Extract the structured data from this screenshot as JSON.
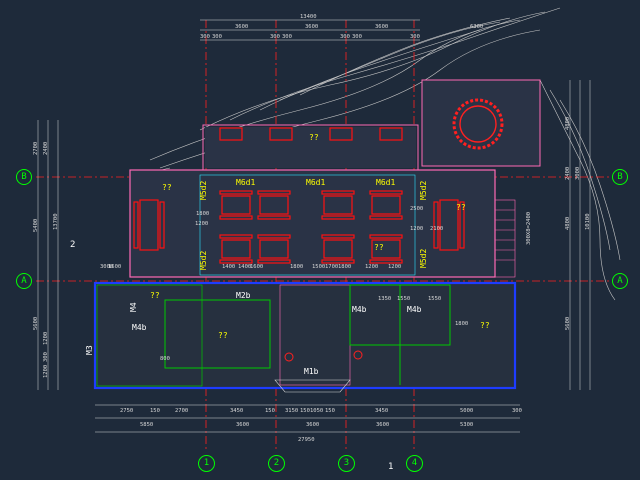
{
  "axes": {
    "columns": [
      "1",
      "2",
      "3",
      "4"
    ],
    "rows": [
      "A",
      "B"
    ]
  },
  "section_marks": {
    "right": "2",
    "bottom": "1"
  },
  "dimensions": {
    "top_total": "13400",
    "top_segments": [
      "3600",
      "3600",
      "3600"
    ],
    "top_offsets": [
      "300",
      "300",
      "300",
      "300",
      "300",
      "300",
      "300"
    ],
    "top_right": "6300",
    "bottom_row1": [
      "2750",
      "150",
      "2700",
      "3450",
      "150",
      "3150",
      "150",
      "1050",
      "150",
      "3450",
      "5000",
      "300"
    ],
    "bottom_row2": [
      "5850",
      "3600",
      "3600",
      "3600",
      "5300"
    ],
    "bottom_total": "27950",
    "left_col": [
      "2700",
      "2400",
      "5400",
      "13700",
      "5600",
      "1200",
      "300",
      "1200"
    ],
    "right_col": [
      "4800",
      "2400",
      "3000",
      "4800",
      "5600",
      "10100"
    ],
    "inner": [
      "1600",
      "1400",
      "1600",
      "1400",
      "1800",
      "1500",
      "1800",
      "1200",
      "1200",
      "1350",
      "1550",
      "1550",
      "1200",
      "1200",
      "2500",
      "1800",
      "1700",
      "1800",
      "2100",
      "800",
      "3000"
    ]
  },
  "doors": {
    "m6d1": [
      "M6d1",
      "M6d1",
      "M6d1"
    ],
    "m5d2": [
      "M5d2",
      "M5d2",
      "M5d2",
      "M5d2"
    ],
    "m2b": "M2b",
    "m4b": [
      "M4b",
      "M4b",
      "M4b"
    ],
    "m4": "M4",
    "m3": "M3",
    "m1b": "M1b",
    "stair_note": "300X8=2400"
  },
  "room_marks": [
    "??",
    "??",
    "??",
    "??",
    "??",
    "??",
    "??"
  ],
  "colors": {
    "background": "#1e2a3a",
    "axis_line": "#ff2020",
    "wall_pink": "#ff69b4",
    "wall_blue": "#1e3cff",
    "furniture": "#ff1010",
    "tag_yellow": "#ffff00",
    "grass": "#00c800",
    "dim_line": "#d8d8d8"
  }
}
